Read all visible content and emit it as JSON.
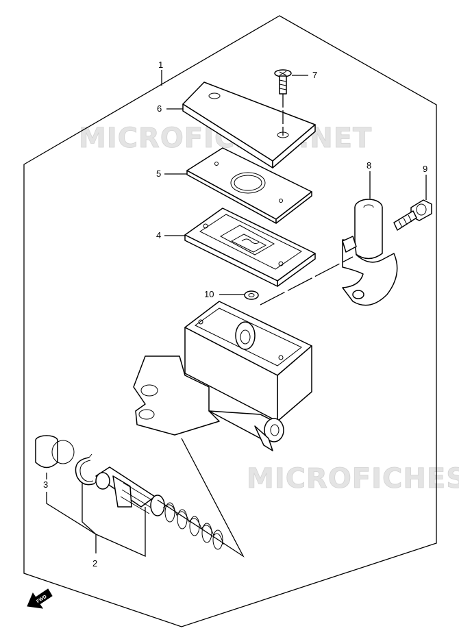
{
  "watermarks": [
    "MICROFICHES.NET",
    "MICROFICHES.NET"
  ],
  "callouts": {
    "c1": "1",
    "c2": "2",
    "c3": "3",
    "c4": "4",
    "c5": "5",
    "c6": "6",
    "c7": "7",
    "c8": "8",
    "c9": "9",
    "c10": "10"
  },
  "fwd_label": "FWD"
}
